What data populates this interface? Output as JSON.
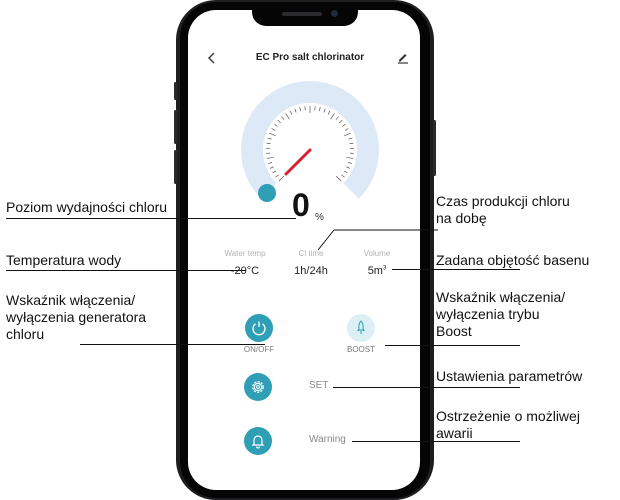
{
  "app": {
    "title": "EC Pro salt chlorinator"
  },
  "gauge": {
    "value": 0,
    "unit": "%"
  },
  "stats": [
    {
      "label": "Water temp",
      "value": "-20°C"
    },
    {
      "label": "Cl time",
      "value": "1h/24h"
    },
    {
      "label": "Volume",
      "value": "5m",
      "sup": "3"
    }
  ],
  "controls": {
    "onoff_label": "ON/OFF",
    "boost_label": "BOOST",
    "set_label": "SET",
    "warning_label": "Warning"
  },
  "annotations": {
    "chlorine_level": "Poziom wydajności chloru",
    "production_time_1": "Czas produkcji chloru",
    "production_time_2": "na dobę",
    "water_temp": "Temperatura wody",
    "pool_volume": "Zadana objętość basenu",
    "generator_1": "Wskaźnik włączenia/",
    "generator_2": "wyłączenia generatora",
    "generator_3": "chloru",
    "boost_1": "Wskaźnik włączenia/",
    "boost_2": "wyłączenia trybu",
    "boost_3": "Boost",
    "settings": "Ustawienia parametrów",
    "warning_1": "Ostrzeżenie o możliwej",
    "warning_2": "awarii"
  },
  "colors": {
    "accent": "#2f9fb6",
    "gauge_ring": "#dde9f6",
    "needle": "#d8202e"
  }
}
